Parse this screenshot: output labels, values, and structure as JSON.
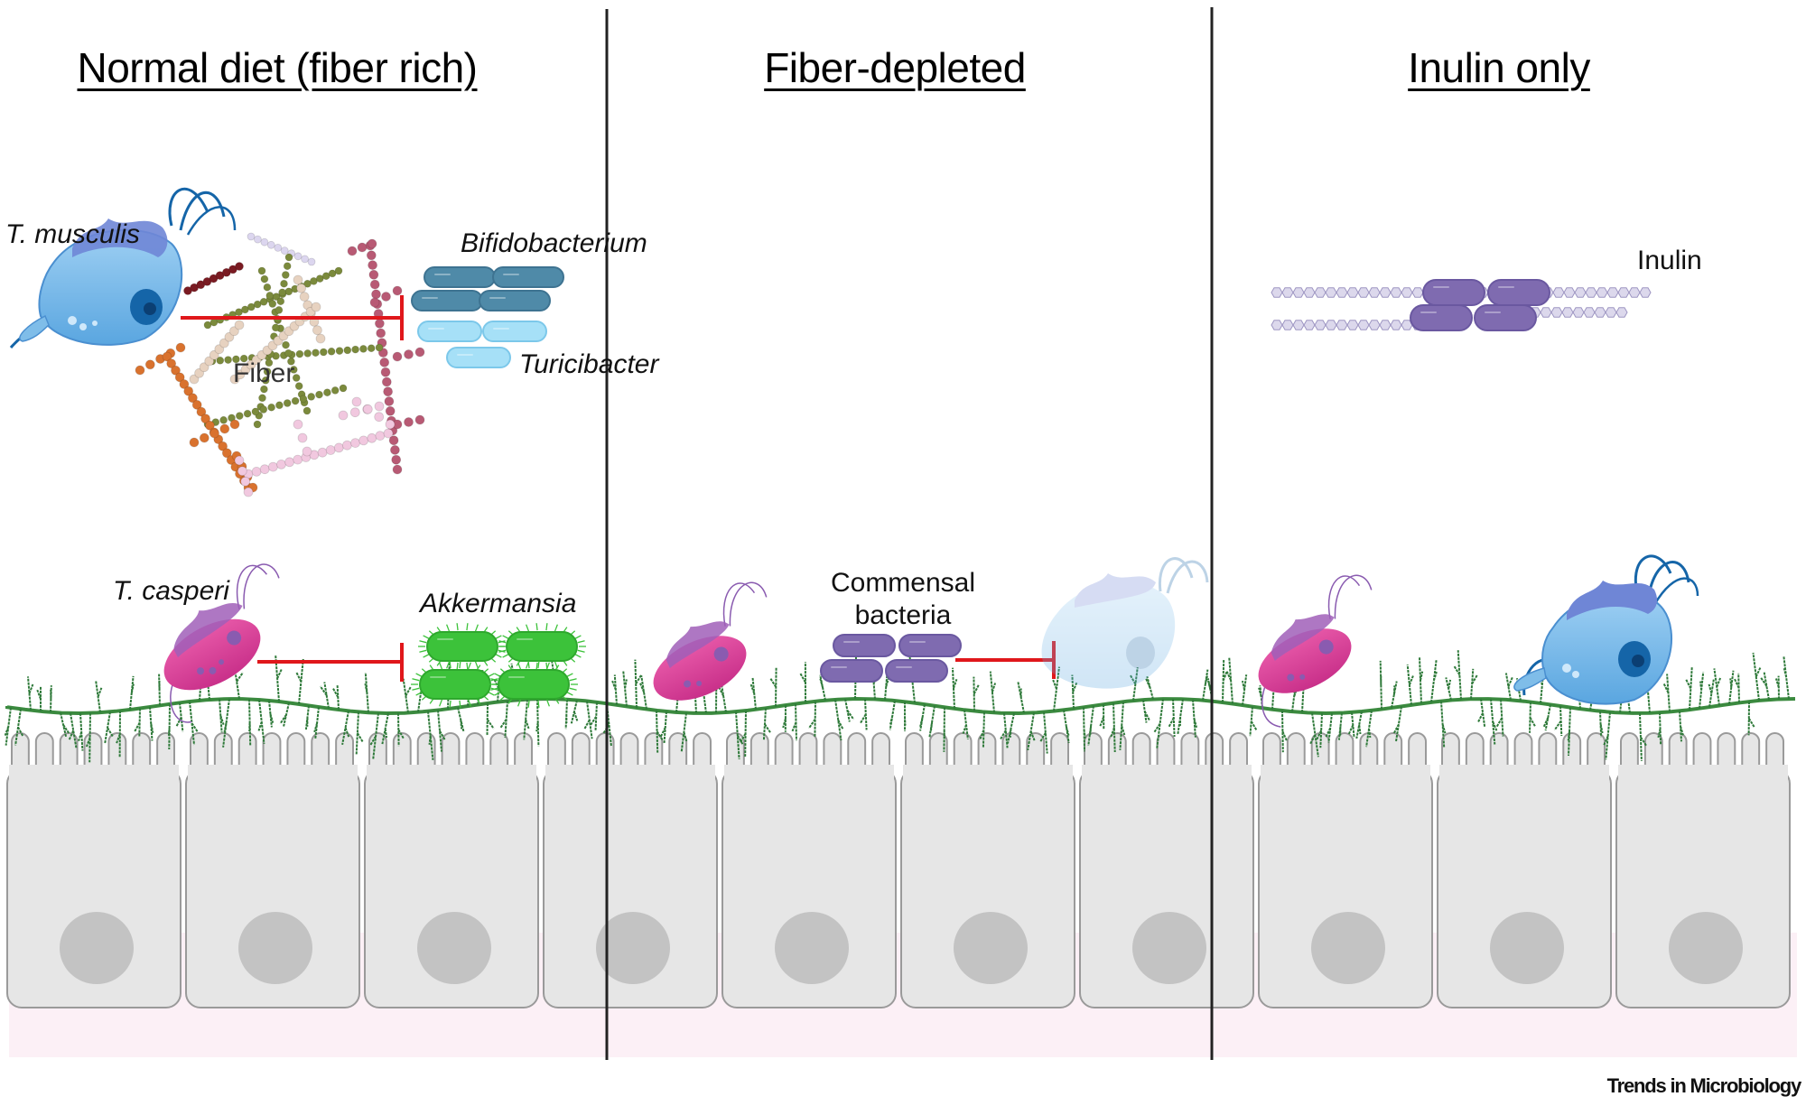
{
  "panels": [
    {
      "title": "Normal diet (fiber rich)",
      "labels": {
        "host_protist": "T. musculis",
        "fiber": "Fiber",
        "bacteria_top_1": "Bifidobacterium",
        "bacteria_top_2": "Turicibacter",
        "mucosal_protist": "T. casperi",
        "mucosal_bacteria": "Akkermansia"
      }
    },
    {
      "title": "Fiber-depleted",
      "labels": {
        "bacteria": "Commensal\nbacteria"
      }
    },
    {
      "title": "Inulin only",
      "labels": {
        "substrate": "Inulin"
      }
    }
  ],
  "footer": "Trends in Microbiology",
  "colors": {
    "inhibition": "#e0171b",
    "t_musculis": "#7fbde9",
    "t_musculis_dark": "#1565a8",
    "t_casperi": "#d9439a",
    "t_casperi_dark": "#8a5bb0",
    "bifidobacterium": "#4f8aa8",
    "turicibacter": "#a6e0f7",
    "akkermansia": "#3cc23a",
    "commensal": "#7f6bb0",
    "mucus": "#2f7a3a",
    "cell_fill": "#e6e6e6",
    "cell_stroke": "#9a9a9a",
    "nucleus": "#c3c3c3",
    "lamina": "#fcf0f6",
    "divider": "#222222"
  }
}
